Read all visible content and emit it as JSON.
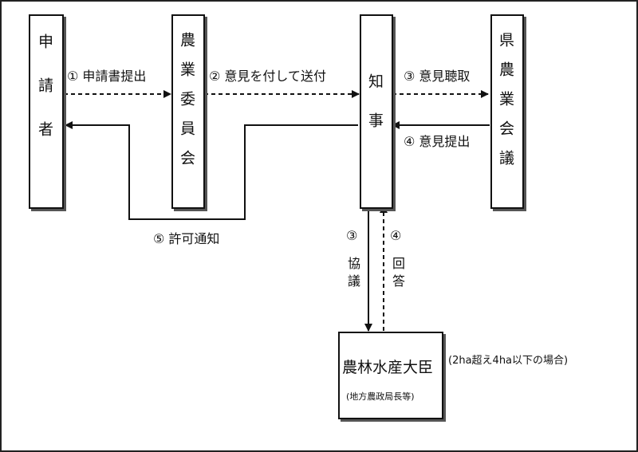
{
  "nodes": {
    "applicant": "申請者",
    "committee": "農業委員会",
    "governor": "知事",
    "prefecture": "県農業会議",
    "minister": "農林水産大臣",
    "minister_sub": "(地方農政局長等)"
  },
  "steps": {
    "s1": "① 申請書提出",
    "s2": "② 意見を付して送付",
    "s3_hear": "③ 意見聴取",
    "s4_submit": "④ 意見提出",
    "s5": "⑤ 許可通知",
    "s3_num": "③",
    "s3_consult": "協議",
    "s4_num": "④",
    "s4_reply": "回答"
  },
  "note": "(2ha超え4ha以下の場合)"
}
